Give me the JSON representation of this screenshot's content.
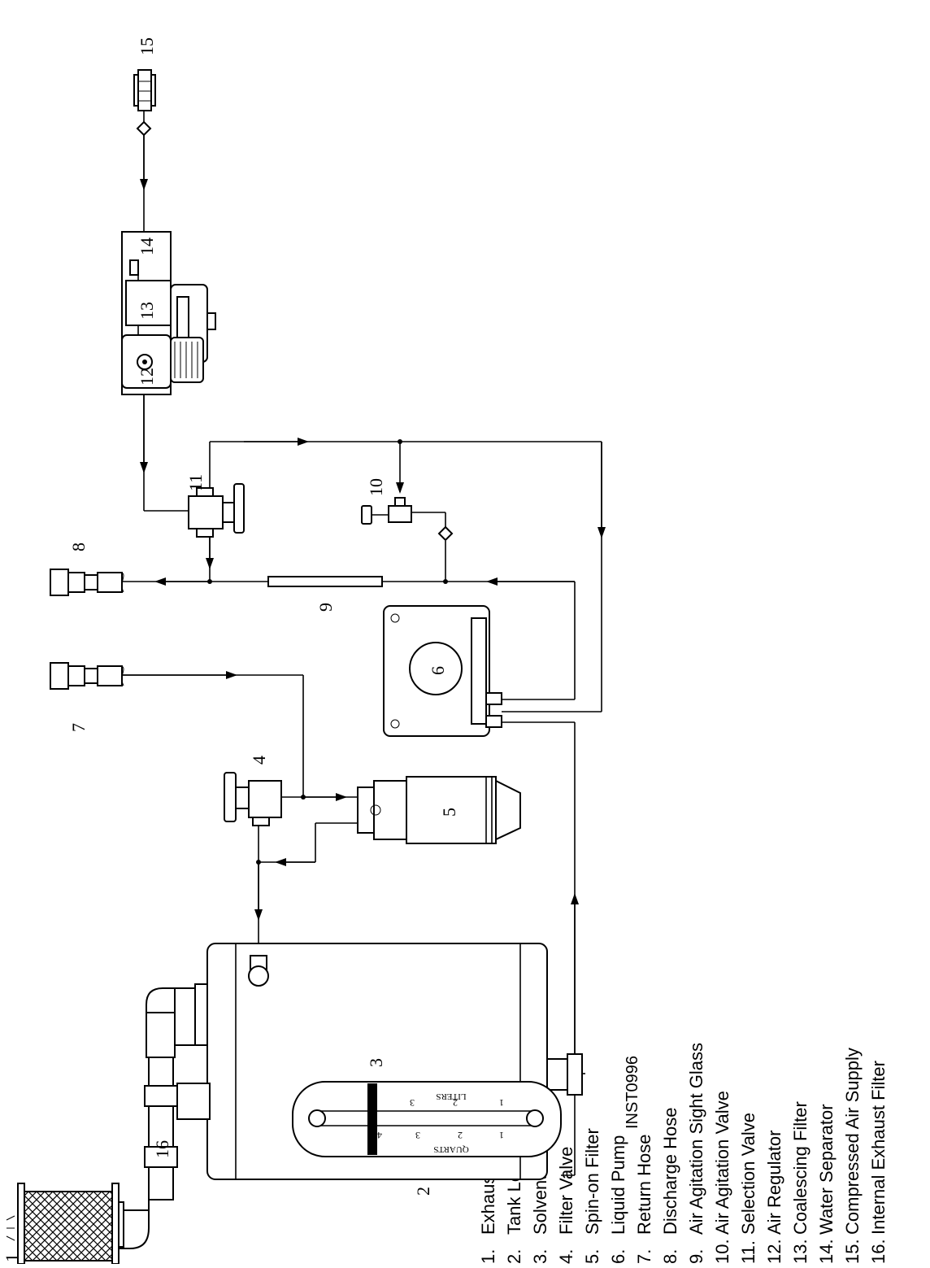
{
  "drawing_id": "INST0996",
  "legend": [
    {
      "num": "1.",
      "text": "Exhaust Filter"
    },
    {
      "num": "2.",
      "text": "Tank Level Indicator"
    },
    {
      "num": "3.",
      "text": "Solvent Tank"
    },
    {
      "num": "4.",
      "text": "Filter Valve"
    },
    {
      "num": "5.",
      "text": "Spin-on Filter"
    },
    {
      "num": "6.",
      "text": "Liquid Pump"
    },
    {
      "num": "7.",
      "text": "Return Hose"
    },
    {
      "num": "8.",
      "text": "Discharge Hose"
    },
    {
      "num": "9.",
      "text": "Air Agitation Sight Glass"
    },
    {
      "num": "10.",
      "text": "Air Agitation Valve"
    },
    {
      "num": "11.",
      "text": "Selection Valve"
    },
    {
      "num": "12.",
      "text": "Air Regulator"
    },
    {
      "num": "13.",
      "text": "Coalescing Filter"
    },
    {
      "num": "14.",
      "text": "Water Separator"
    },
    {
      "num": "15.",
      "text": "Compressed Air Supply"
    },
    {
      "num": "16.",
      "text": "Internal Exhaust Filter"
    }
  ],
  "callouts": {
    "c1": "1",
    "c2": "2",
    "c3": "3",
    "c4": "4",
    "c5": "5",
    "c6": "6",
    "c7": "7",
    "c8": "8",
    "c9": "9",
    "c10": "10",
    "c11": "11",
    "c12": "12",
    "c13": "13",
    "c14": "14",
    "c15": "15",
    "c16": "16"
  },
  "indicator_scale": {
    "top_label": "LITERS",
    "bottom_label": "QUARTS",
    "liters_ticks": [
      "3",
      "2",
      "1"
    ],
    "quarts_ticks": [
      "4",
      "3",
      "2",
      "1"
    ]
  }
}
